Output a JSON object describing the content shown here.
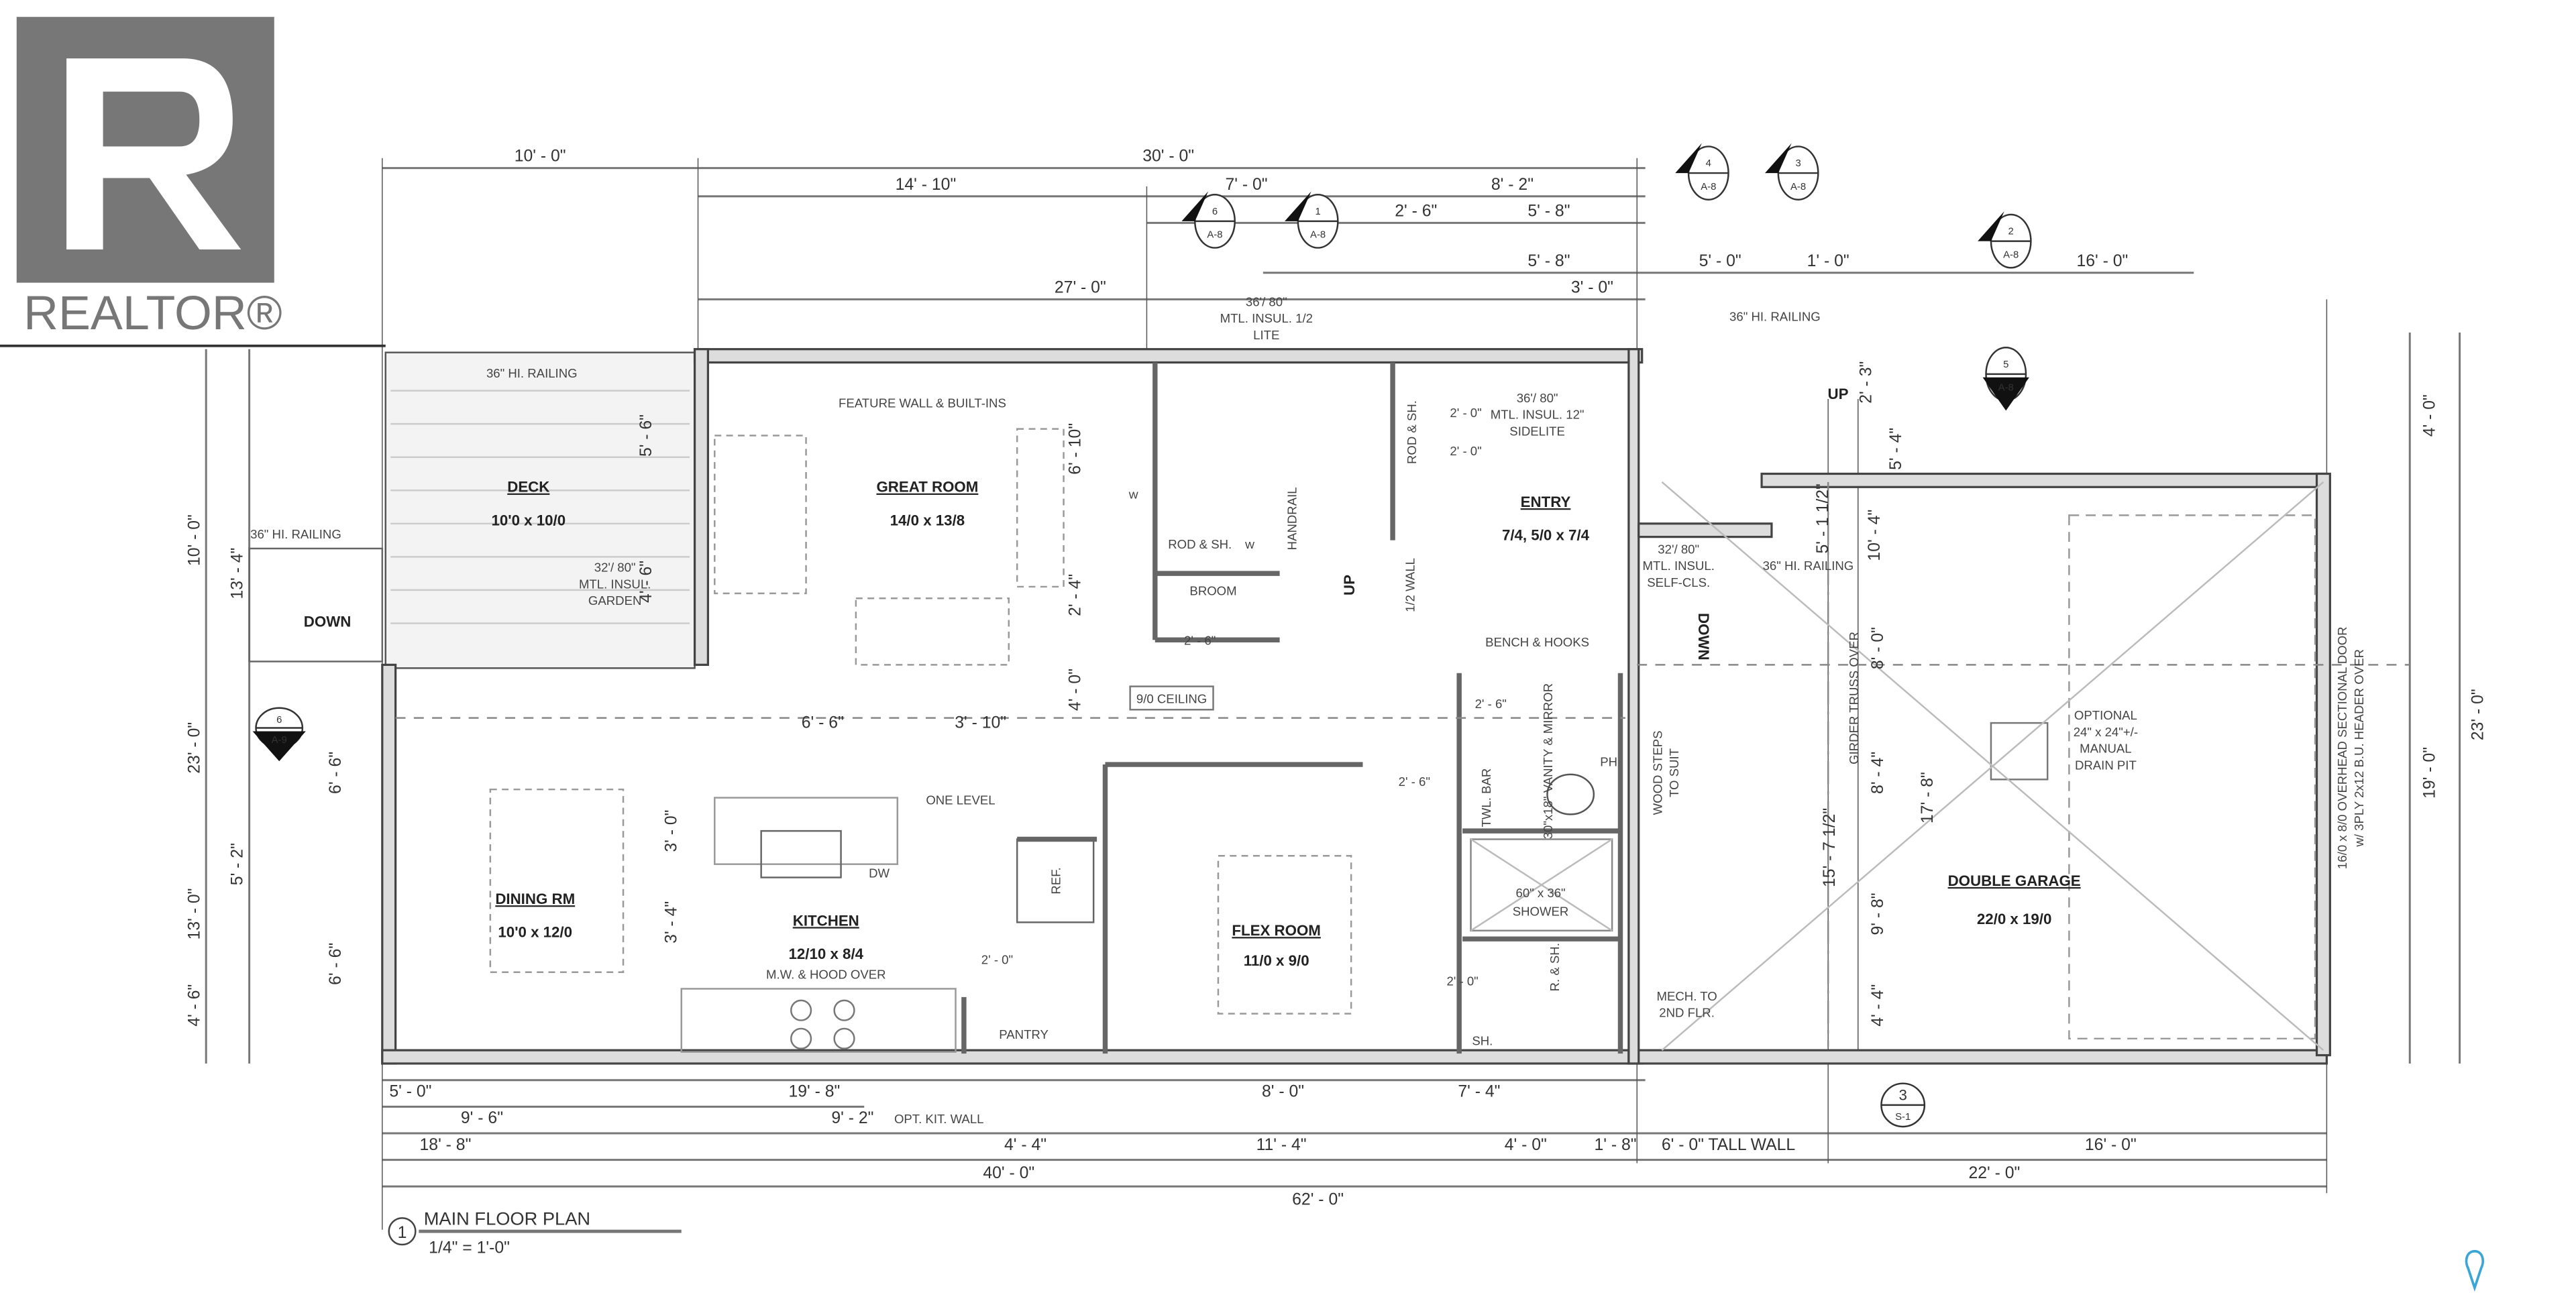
{
  "logo": {
    "text": "REALTOR®",
    "icon": "realtor-r-logo"
  },
  "title": {
    "number": "1",
    "name": "MAIN FLOOR PLAN",
    "scale": "1/4\" = 1'-0\""
  },
  "rooms": [
    {
      "name": "DECK",
      "size": "10'0 x 10/0"
    },
    {
      "name": "GREAT ROOM",
      "size": "14/0 x 13/8"
    },
    {
      "name": "ENTRY",
      "size": "7/4, 5/0 x 7/4"
    },
    {
      "name": "DINING RM",
      "size": "10'0 x 12/0"
    },
    {
      "name": "KITCHEN",
      "size": "12/10 x 8/4",
      "note": "M.W. & HOOD OVER"
    },
    {
      "name": "FLEX ROOM",
      "size": "11/0 x 9/0"
    },
    {
      "name": "DOUBLE GARAGE",
      "size": "22/0 x 19/0"
    }
  ],
  "dimensions": {
    "top": [
      "10' - 0\"",
      "30' - 0\"",
      "14' - 10\"",
      "7' - 0\"",
      "8' - 2\"",
      "2' - 6\"",
      "5' - 8\"",
      "5' - 8\"",
      "5' - 0\"",
      "1' - 0\"",
      "16' - 0\"",
      "27' - 0\"",
      "3' - 0\""
    ],
    "bottom": [
      "5' - 0\"",
      "19' - 8\"",
      "8' - 0\"",
      "7' - 4\"",
      "9' - 6\"",
      "9' - 2\"",
      "OPT. KIT. WALL",
      "18' - 8\"",
      "4' - 4\"",
      "11' - 4\"",
      "4' - 0\"",
      "1' - 8\"",
      "6' - 0\" TALL WALL",
      "16' - 0\"",
      "40' - 0\"",
      "22' - 0\"",
      "62' - 0\""
    ],
    "left": [
      "10' - 0\"",
      "13' - 4\"",
      "23' - 0\"",
      "13' - 0\"",
      "4' - 6\"",
      "6' - 6\"",
      "5' - 2\"",
      "6' - 6\""
    ],
    "right": [
      "4' - 0\"",
      "23' - 0\"",
      "19' - 0\"",
      "17' - 8\"",
      "8' - 0\"",
      "8' - 4\"",
      "9' - 8\"",
      "4' - 4\"",
      "15' - 7 1/2\"",
      "5' - 1 1/2\"",
      "10' - 4\"",
      "2' - 3\"",
      "5' - 4\""
    ],
    "interior": [
      "5' - 6\"",
      "4' - 6\"",
      "6' - 10\"",
      "2' - 4\"",
      "4' - 0\"",
      "6' - 6\"",
      "3' - 10\"",
      "3' - 0\"",
      "3' - 4\""
    ]
  },
  "notes": {
    "railing": "36\" HI. RAILING",
    "feature_wall": "FEATURE WALL & BUILT-INS",
    "door_rear": [
      "36'/ 80\"",
      "MTL. INSUL. 1/2",
      "LITE"
    ],
    "door_front": [
      "36'/ 80\"",
      "MTL. INSUL. 12\"",
      "SIDELITE"
    ],
    "door_garden": [
      "32'/ 80\"",
      "MTL. INSUL.",
      "GARDEN"
    ],
    "door_garage": [
      "32'/ 80\"",
      "MTL. INSUL.",
      "SELF-CLS."
    ],
    "rod_sh": "ROD & SH.",
    "broom": "BROOM",
    "handrail": "HANDRAIL",
    "up": "UP",
    "half_wall": "1/2 WALL",
    "ceiling": "9/0 CEILING",
    "one_level": "ONE LEVEL",
    "dw": "DW",
    "ref": "REF.",
    "pantry": "PANTRY",
    "bench": "BENCH & HOOKS",
    "vanity": "30\"x18\" VANITY & MIRROR",
    "twl_bar": "TWL. BAR",
    "shower": [
      "60\" x 36\"",
      "SHOWER"
    ],
    "r_sh": "R. & SH.",
    "sh": "SH.",
    "ph": "PH",
    "mech": [
      "MECH. TO",
      "2ND FLR."
    ],
    "wood_steps": [
      "WOOD STEPS",
      "TO SUIT"
    ],
    "girder": "GIRDER TRUSS OVER",
    "drain": [
      "OPTIONAL",
      "24\" x 24\"+/-",
      "MANUAL",
      "DRAIN PIT"
    ],
    "garage_door": [
      "16/0 x 8/0 OVERHEAD SECTIONAL DOOR",
      "w/ 3PLY 2x12 B.U. HEADER OVER"
    ],
    "down": "DOWN",
    "w": "W"
  },
  "doors": [
    "2' - 0\"",
    "2' - 0\"",
    "2' - 6\"",
    "2' - 6\"",
    "2' - 6\"",
    "2' - 0\"",
    "2' - 0\""
  ],
  "section_markers": [
    {
      "num": "6",
      "sheet": "A-8"
    },
    {
      "num": "1",
      "sheet": "A-8"
    },
    {
      "num": "4",
      "sheet": "A-8"
    },
    {
      "num": "3",
      "sheet": "A-8"
    },
    {
      "num": "2",
      "sheet": "A-8"
    },
    {
      "num": "5",
      "sheet": "A-8"
    },
    {
      "num": "6",
      "sheet": "A-9"
    },
    {
      "num": "3",
      "sheet": "S-1"
    }
  ],
  "colors": {
    "line": "#555555",
    "wall_fill": "#dddddd",
    "pin": "#3aa6d8"
  },
  "pin_icon": "map-pin-icon"
}
